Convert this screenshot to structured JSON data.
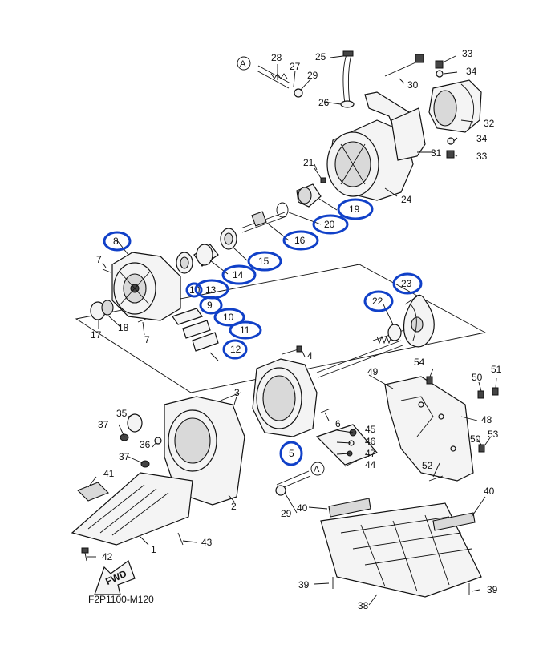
{
  "figure_code": "F2P1100-M120",
  "fwd_label": "FWD",
  "ref_marker": "A",
  "highlight_color": "#1040c8",
  "callouts": {
    "p1": "1",
    "p2": "2",
    "p3": "3",
    "p4": "4",
    "p5": "5",
    "p6": "6",
    "p7a": "7",
    "p7b": "7",
    "p8": "8",
    "p9": "9",
    "p10": "10",
    "p11": "11",
    "p12": "12",
    "p13": "13",
    "p14": "14",
    "p15": "15",
    "p16": "16",
    "p17": "17",
    "p18": "18",
    "p19": "19",
    "p20": "20",
    "p21": "21",
    "p22": "22",
    "p23": "23",
    "p24": "24",
    "p25": "25",
    "p26": "26",
    "p27": "27",
    "p28": "28",
    "p29a": "29",
    "p29b": "29",
    "p30": "30",
    "p31": "31",
    "p32": "32",
    "p33a": "33",
    "p33b": "33",
    "p34a": "34",
    "p34b": "34",
    "p35": "35",
    "p36": "36",
    "p37a": "37",
    "p37b": "37",
    "p38": "38",
    "p39a": "39",
    "p39b": "39",
    "p40a": "40",
    "p40b": "40",
    "p41": "41",
    "p42": "42",
    "p43": "43",
    "p44": "44",
    "p45": "45",
    "p46": "46",
    "p47": "47",
    "p48": "48",
    "p49": "49",
    "p50a": "50",
    "p50b": "50",
    "p51": "51",
    "p52": "52",
    "p53": "53",
    "p54": "54",
    "p10b": "10"
  }
}
